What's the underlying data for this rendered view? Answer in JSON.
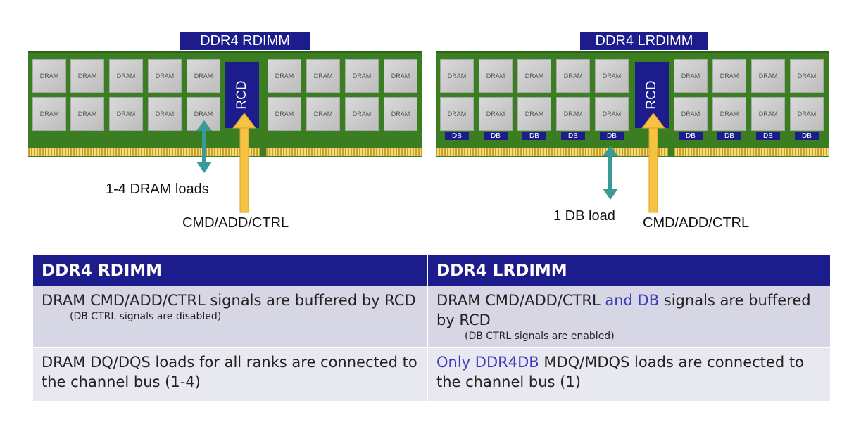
{
  "left_module": {
    "title": "DDR4 RDIMM",
    "chip_label": "DRAM",
    "rcd_label": "RCD",
    "load_label": "1-4 DRAM loads",
    "cmd_label": "CMD/ADD/CTRL"
  },
  "right_module": {
    "title": "DDR4 LRDIMM",
    "chip_label": "DRAM",
    "db_label": "DB",
    "rcd_label": "RCD",
    "load_label": "1 DB load",
    "cmd_label": "CMD/ADD/CTRL"
  },
  "colors": {
    "navy": "#1c1c8c",
    "pcb_green": "#3b7e22",
    "load_arrow": "#3a9a9a",
    "cmd_arrow": "#f5c242",
    "highlight_text": "#3b3bbe"
  },
  "table": {
    "headers": [
      "DDR4 RDIMM",
      "DDR4 LRDIMM"
    ],
    "row1": {
      "left": "DRAM CMD/ADD/CTRL signals are buffered by RCD",
      "left_note": "(DB CTRL signals are disabled)",
      "right_pre": "DRAM CMD/ADD/CTRL",
      "right_hl": " and DB",
      "right_post": " signals are buffered by RCD",
      "right_note": "(DB CTRL signals are enabled)"
    },
    "row2": {
      "left": "DRAM DQ/DQS loads for all ranks are connected to the channel bus (1-4)",
      "right_hl": "Only DDR4DB",
      "right_post": " MDQ/MDQS loads are connected to the channel bus (1)"
    }
  }
}
